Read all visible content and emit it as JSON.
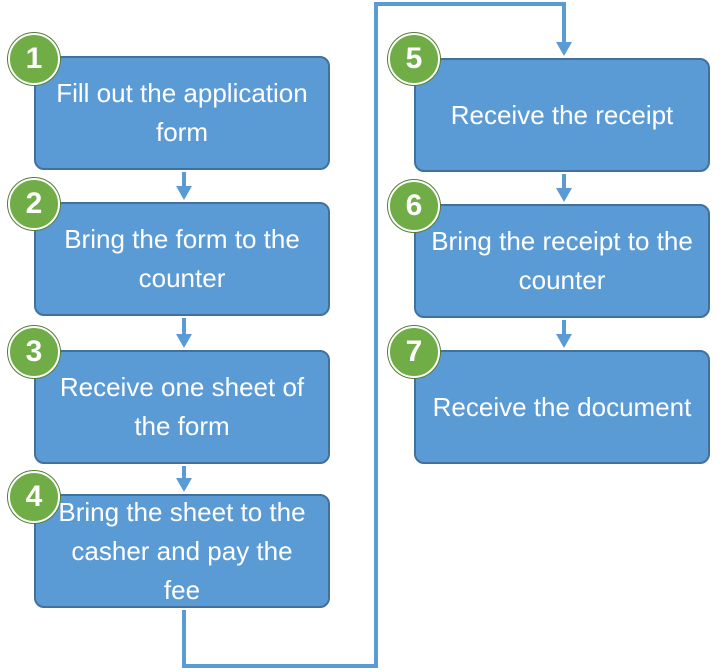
{
  "colors": {
    "box_fill": "#5b9bd5",
    "box_border": "#41719c",
    "badge_fill": "#70ad47",
    "connector": "#5b9bd5",
    "text": "#ffffff"
  },
  "steps": [
    {
      "number": "1",
      "text": "Fill out the application form"
    },
    {
      "number": "2",
      "text": "Bring the form to the counter"
    },
    {
      "number": "3",
      "text": "Receive one sheet of the form"
    },
    {
      "number": "4",
      "text": "Bring the sheet to the casher and pay the fee"
    },
    {
      "number": "5",
      "text": "Receive the receipt"
    },
    {
      "number": "6",
      "text": "Bring the receipt to the counter"
    },
    {
      "number": "7",
      "text": "Receive the document"
    }
  ]
}
